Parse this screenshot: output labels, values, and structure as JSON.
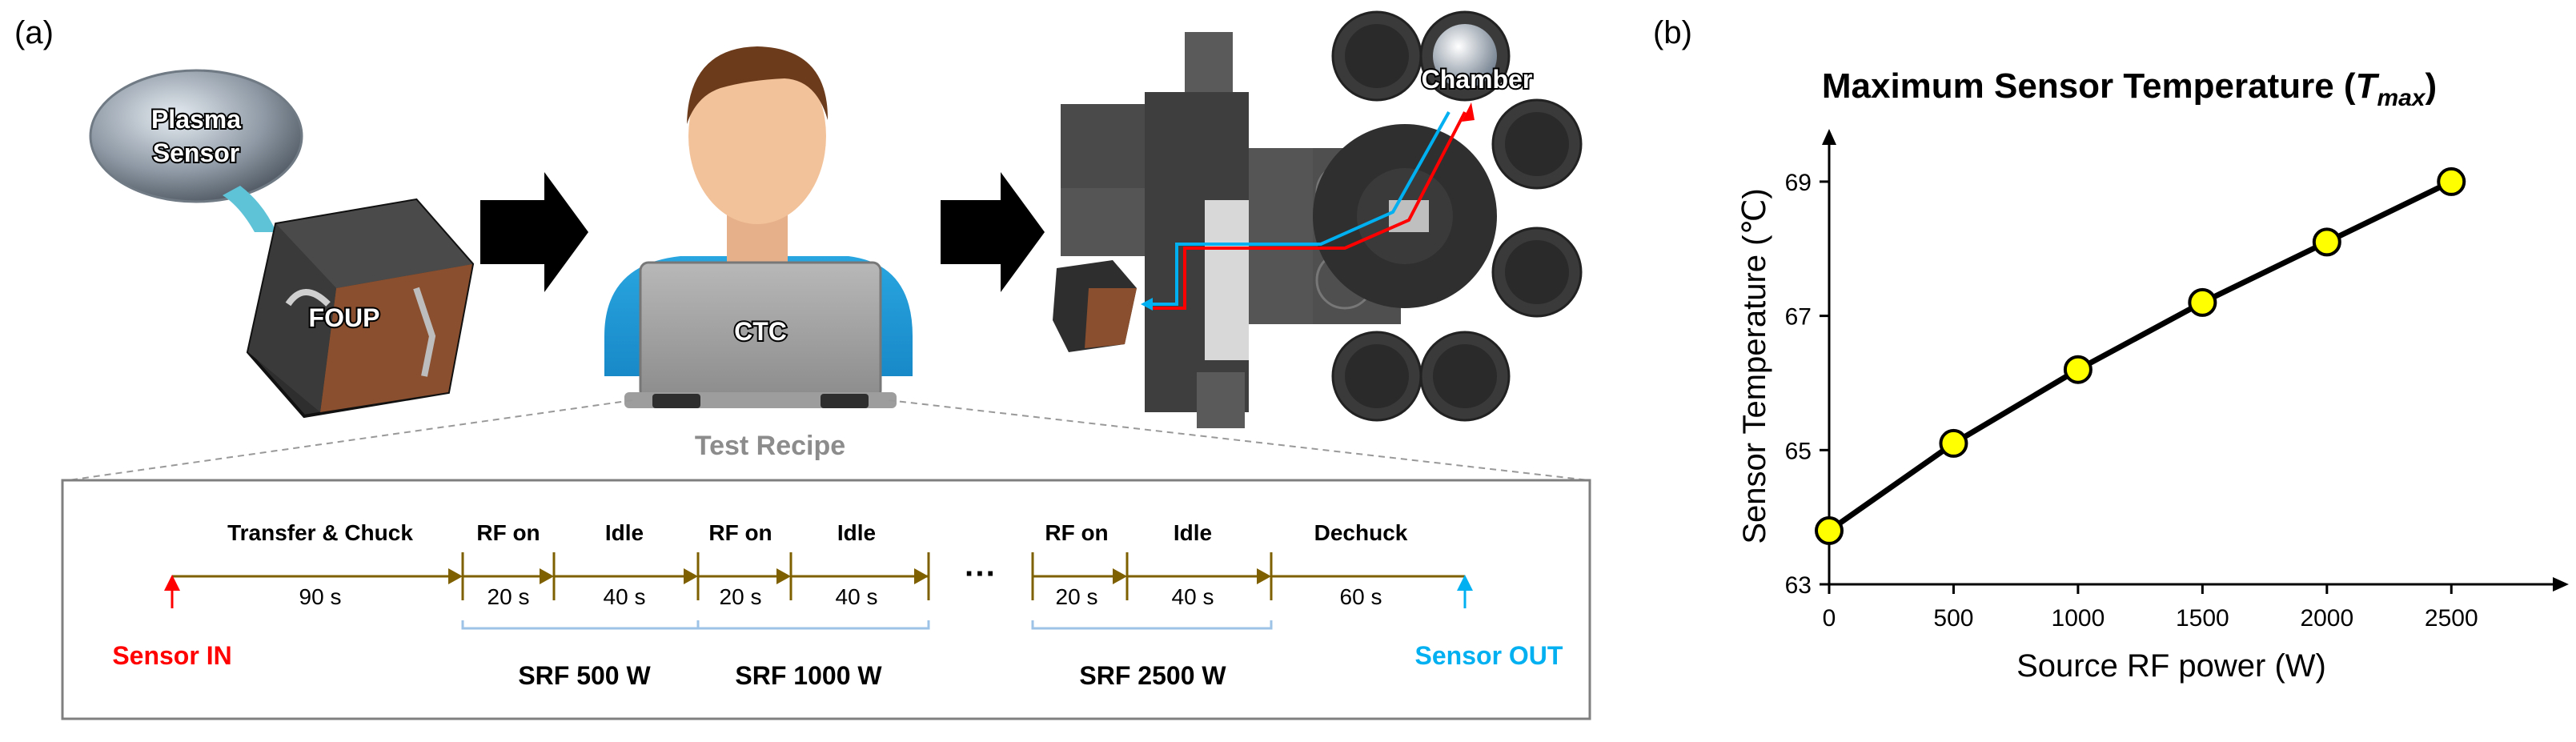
{
  "panel_a": {
    "label": "(a)",
    "plasma_sensor_line1": "Plasma",
    "plasma_sensor_line2": "Sensor",
    "foup_label": "FOUP",
    "ctc_label": "CTC",
    "chamber_label": "Chamber",
    "test_recipe_label": "Test Recipe",
    "recipe": {
      "steps": [
        {
          "label": "Transfer & Chuck",
          "duration": "90 s"
        },
        {
          "label": "RF on",
          "duration": "20 s"
        },
        {
          "label": "Idle",
          "duration": "40 s"
        },
        {
          "label": "RF on",
          "duration": "20 s"
        },
        {
          "label": "Idle",
          "duration": "40 s"
        },
        {
          "label": "RF on",
          "duration": "20 s"
        },
        {
          "label": "Idle",
          "duration": "40 s"
        },
        {
          "label": "Dechuck",
          "duration": "60 s"
        }
      ],
      "ellipsis": "···",
      "groups": [
        "SRF 500 W",
        "SRF 1000 W",
        "SRF 2500 W"
      ],
      "sensor_in": "Sensor IN",
      "sensor_out": "Sensor OUT"
    },
    "colors": {
      "sensor_in": "#ff0000",
      "sensor_out": "#00b0f0",
      "timeline": "#7f6000",
      "group_bracket": "#9dc3e6"
    }
  },
  "panel_b": {
    "label": "(b)",
    "chart_data": {
      "type": "line",
      "title": "Maximum Sensor Temperature (",
      "title_var": "T",
      "title_sub": "max",
      "title_end": ")",
      "xlabel": "Source RF power (W)",
      "ylabel": "Sensor Temperature (℃)",
      "x": [
        0,
        500,
        1000,
        1500,
        2000,
        2500
      ],
      "y": [
        63.8,
        65.1,
        66.2,
        67.2,
        68.1,
        69.0
      ],
      "xticks": [
        "0",
        "500",
        "1000",
        "1500",
        "2000",
        "2500"
      ],
      "yticks": [
        "63",
        "65",
        "67",
        "69"
      ],
      "ytick_values": [
        63,
        65,
        67,
        69
      ],
      "xlim": [
        0,
        2750
      ],
      "ylim": [
        63,
        69.5
      ],
      "marker_color": "#ffff00",
      "line_color": "#000000"
    }
  }
}
